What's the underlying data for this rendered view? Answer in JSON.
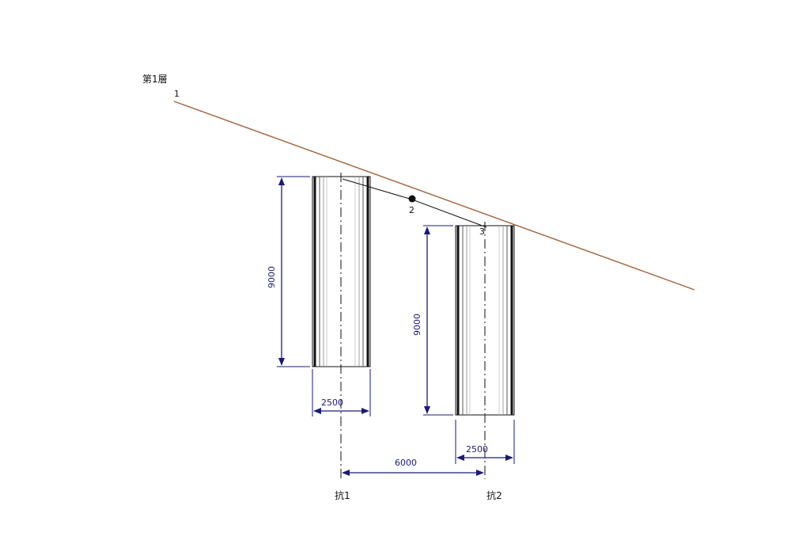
{
  "diagram": {
    "layer_label": "第1層",
    "slope_point_label": "1",
    "node2_label": "2",
    "node3_label": "3",
    "pile1": {
      "height_label": "9000",
      "width_label": "2500",
      "name_label": "抗1"
    },
    "pile2": {
      "height_label": "9000",
      "width_label": "2500",
      "name_label": "抗2"
    },
    "spacing_label": "6000",
    "colors": {
      "slope_line": "#a0623a",
      "dimension": "#1a1a7a",
      "outline": "#111111"
    }
  }
}
